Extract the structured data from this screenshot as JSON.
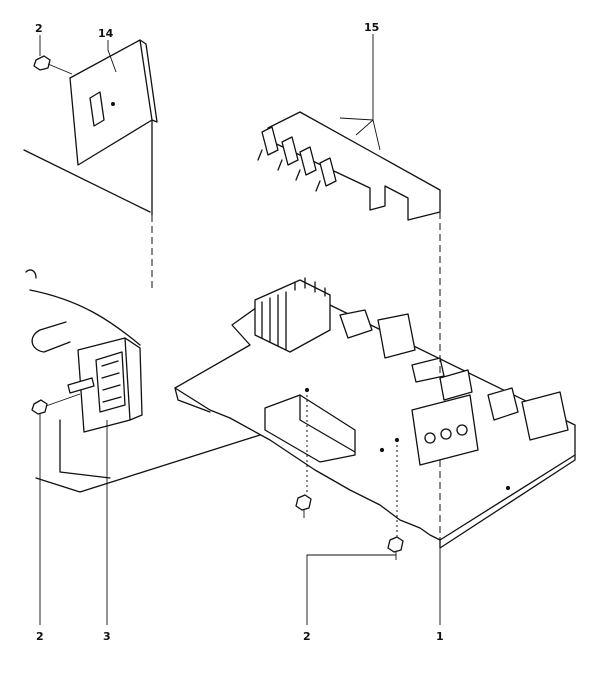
{
  "callouts": {
    "c2_top": "2",
    "c14": "14",
    "c15": "15",
    "c2_left": "2",
    "c3": "3",
    "c2_bottom": "2",
    "c1": "1"
  },
  "parts": [
    {
      "ref": "1",
      "icon": "circuit-board"
    },
    {
      "ref": "2",
      "icon": "screw"
    },
    {
      "ref": "3",
      "icon": "connector-bracket"
    },
    {
      "ref": "14",
      "icon": "cover-plate"
    },
    {
      "ref": "15",
      "icon": "button-bar"
    }
  ]
}
